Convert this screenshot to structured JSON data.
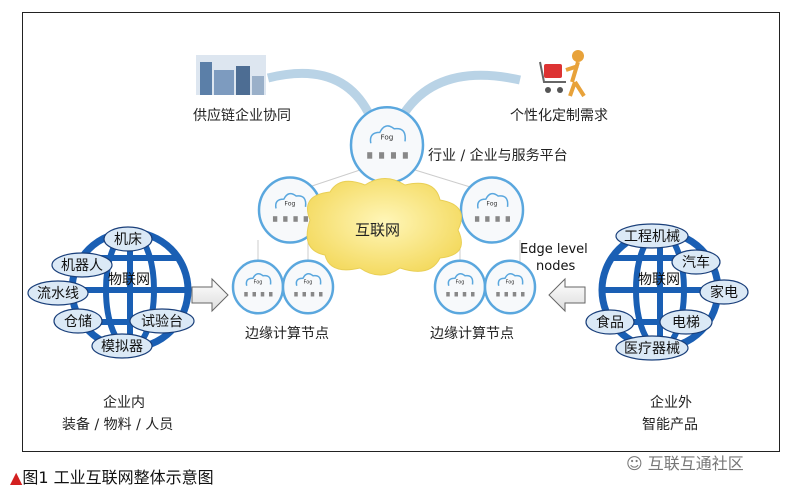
{
  "top": {
    "supply_chain": "供应链企业协同",
    "personalization": "个性化定制需求",
    "platform": "行业 / 企业与服务平台"
  },
  "internet": "互联网",
  "fog_label": "Fog",
  "edge_level_nodes": [
    "Edge level",
    "nodes"
  ],
  "edge_node_left": "边缘计算节点",
  "edge_node_right": "边缘计算节点",
  "left_globe": {
    "center": "物联网",
    "items": [
      "机床",
      "机器人",
      "流水线",
      "仓储",
      "试验台",
      "模拟器"
    ],
    "title": "企业内",
    "subtitle": "装备 / 物料 / 人员"
  },
  "right_globe": {
    "center": "物联网",
    "items": [
      "工程机械",
      "汽车",
      "家电",
      "食品",
      "电梯",
      "医疗器械"
    ],
    "title": "企业外",
    "subtitle": "智能产品"
  },
  "caption": {
    "marker": "▲",
    "text": "图1 工业互联网整体示意图"
  },
  "watermark": "互联互通社区",
  "colors": {
    "globe": "#1a5fb4",
    "fog_ring": "#5aa7de",
    "cloud": "#f7e27a",
    "marker": "#d32020"
  }
}
